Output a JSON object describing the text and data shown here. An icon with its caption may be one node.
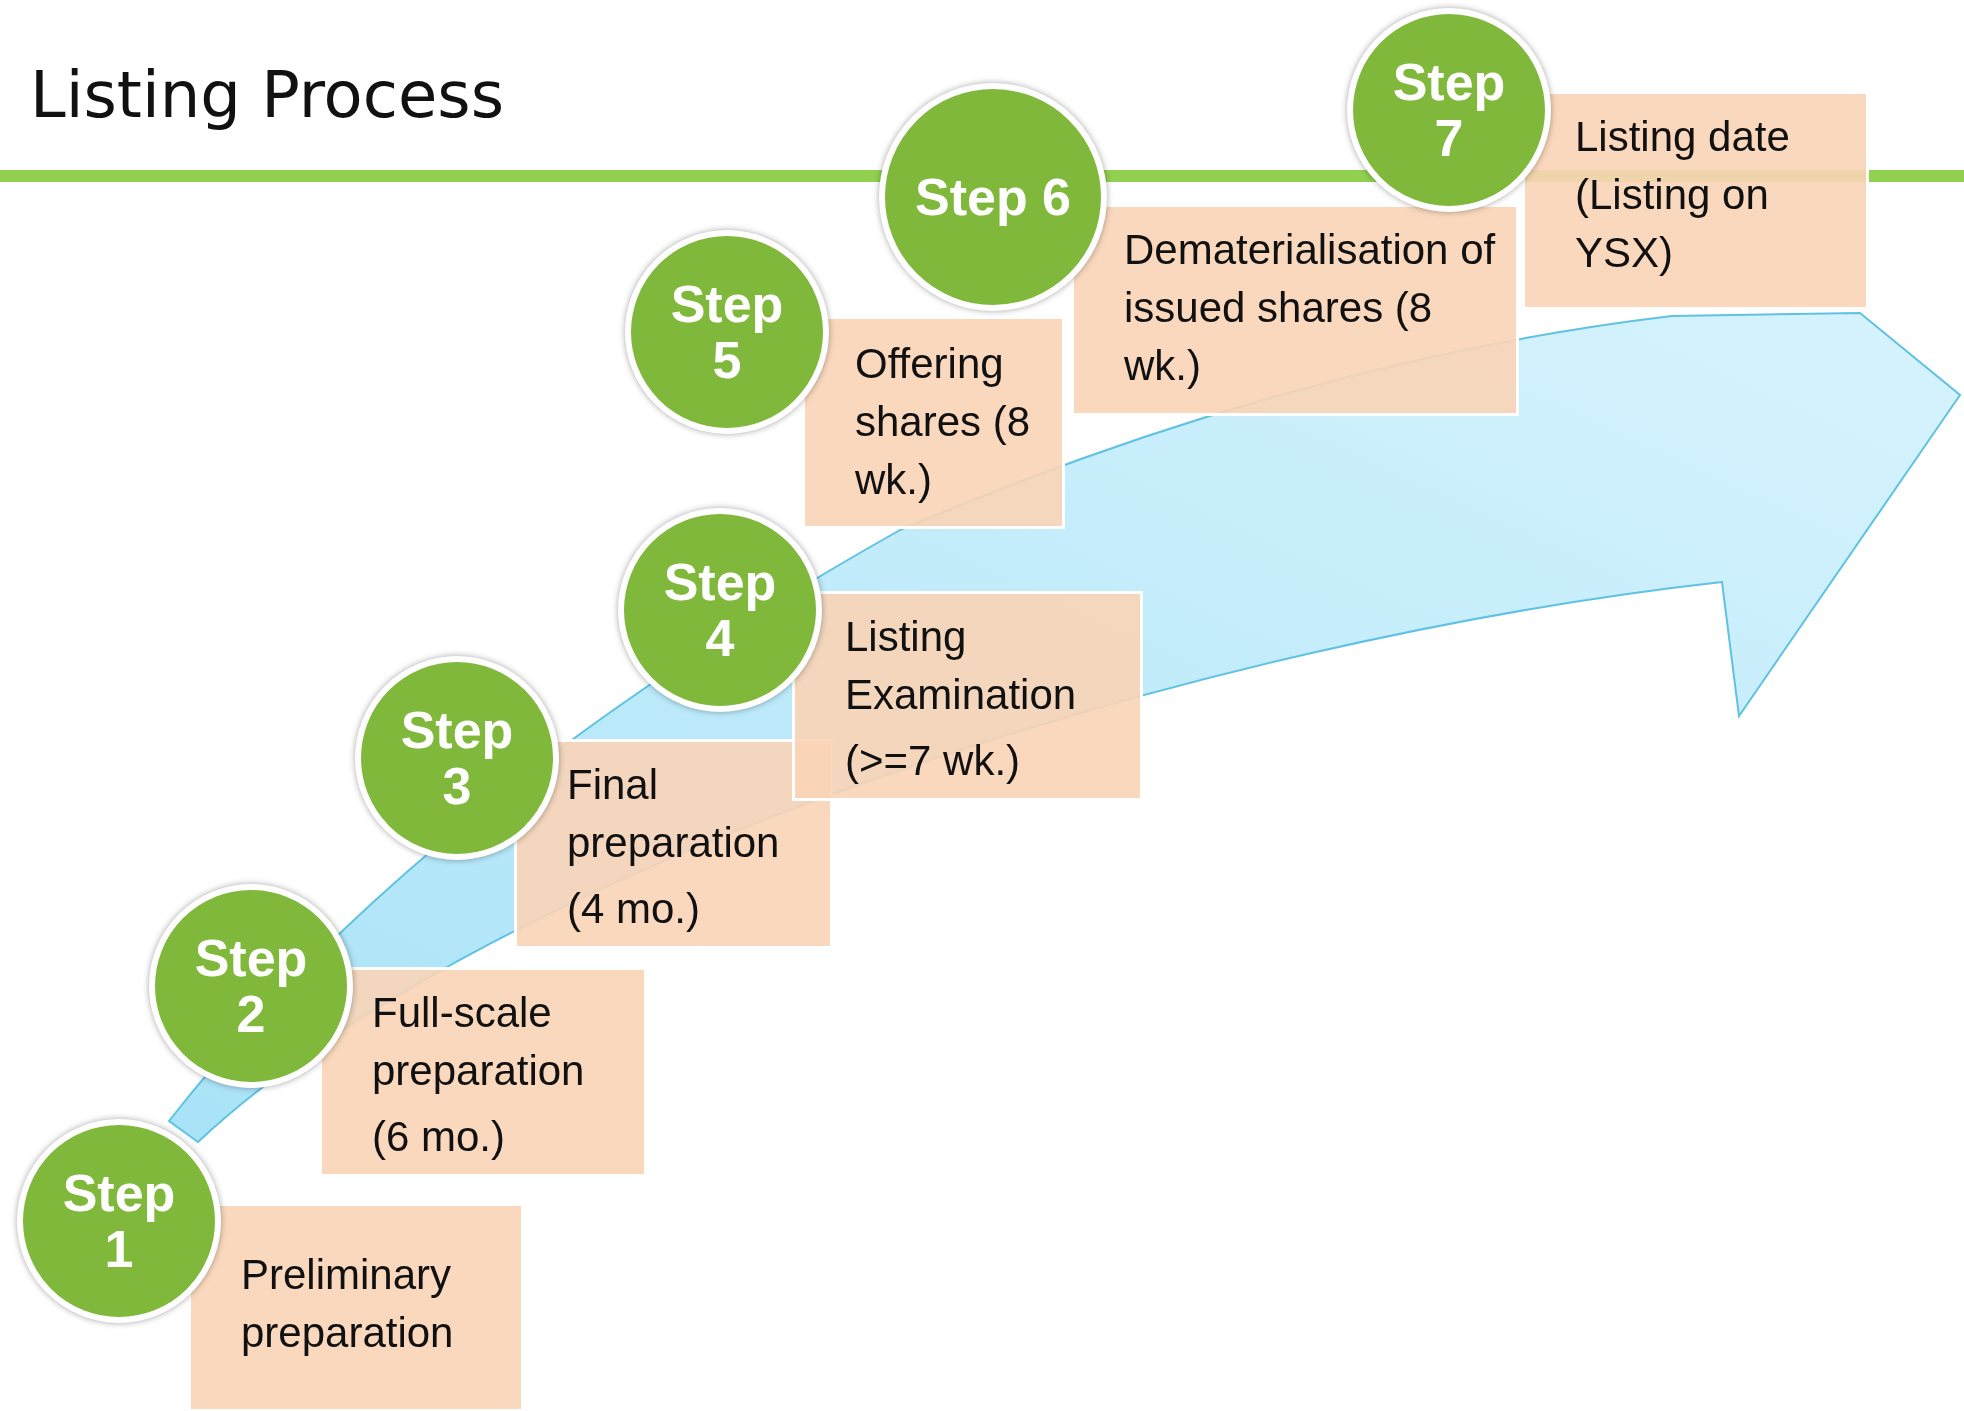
{
  "diagram": {
    "title": "Listing Process",
    "nodes": [
      {
        "text": [
          "Step 1"
        ]
      },
      {
        "text": [
          "Preliminary preparation"
        ]
      },
      {
        "text": [
          "Step 2"
        ]
      },
      {
        "text": [
          "Full-scale preparation",
          "(6 mo.)"
        ]
      },
      {
        "text": [
          "Step 3"
        ]
      },
      {
        "text": [
          "Final preparation",
          "(4 mo.)"
        ]
      },
      {
        "text": [
          "Step 4"
        ]
      },
      {
        "text": [
          "Listing Examination",
          "(>=7 wk.)"
        ]
      },
      {
        "text": [
          "Step 5"
        ]
      },
      {
        "text": [
          "Offering shares (8 wk.)"
        ]
      },
      {
        "text": [
          "Step 6"
        ]
      },
      {
        "text": [
          "Dematerialisation of issued shares (8 wk.)"
        ]
      },
      {
        "text": [
          "Step 7"
        ]
      },
      {
        "text": [
          "Listing date (Listing on YSX)"
        ]
      }
    ]
  }
}
